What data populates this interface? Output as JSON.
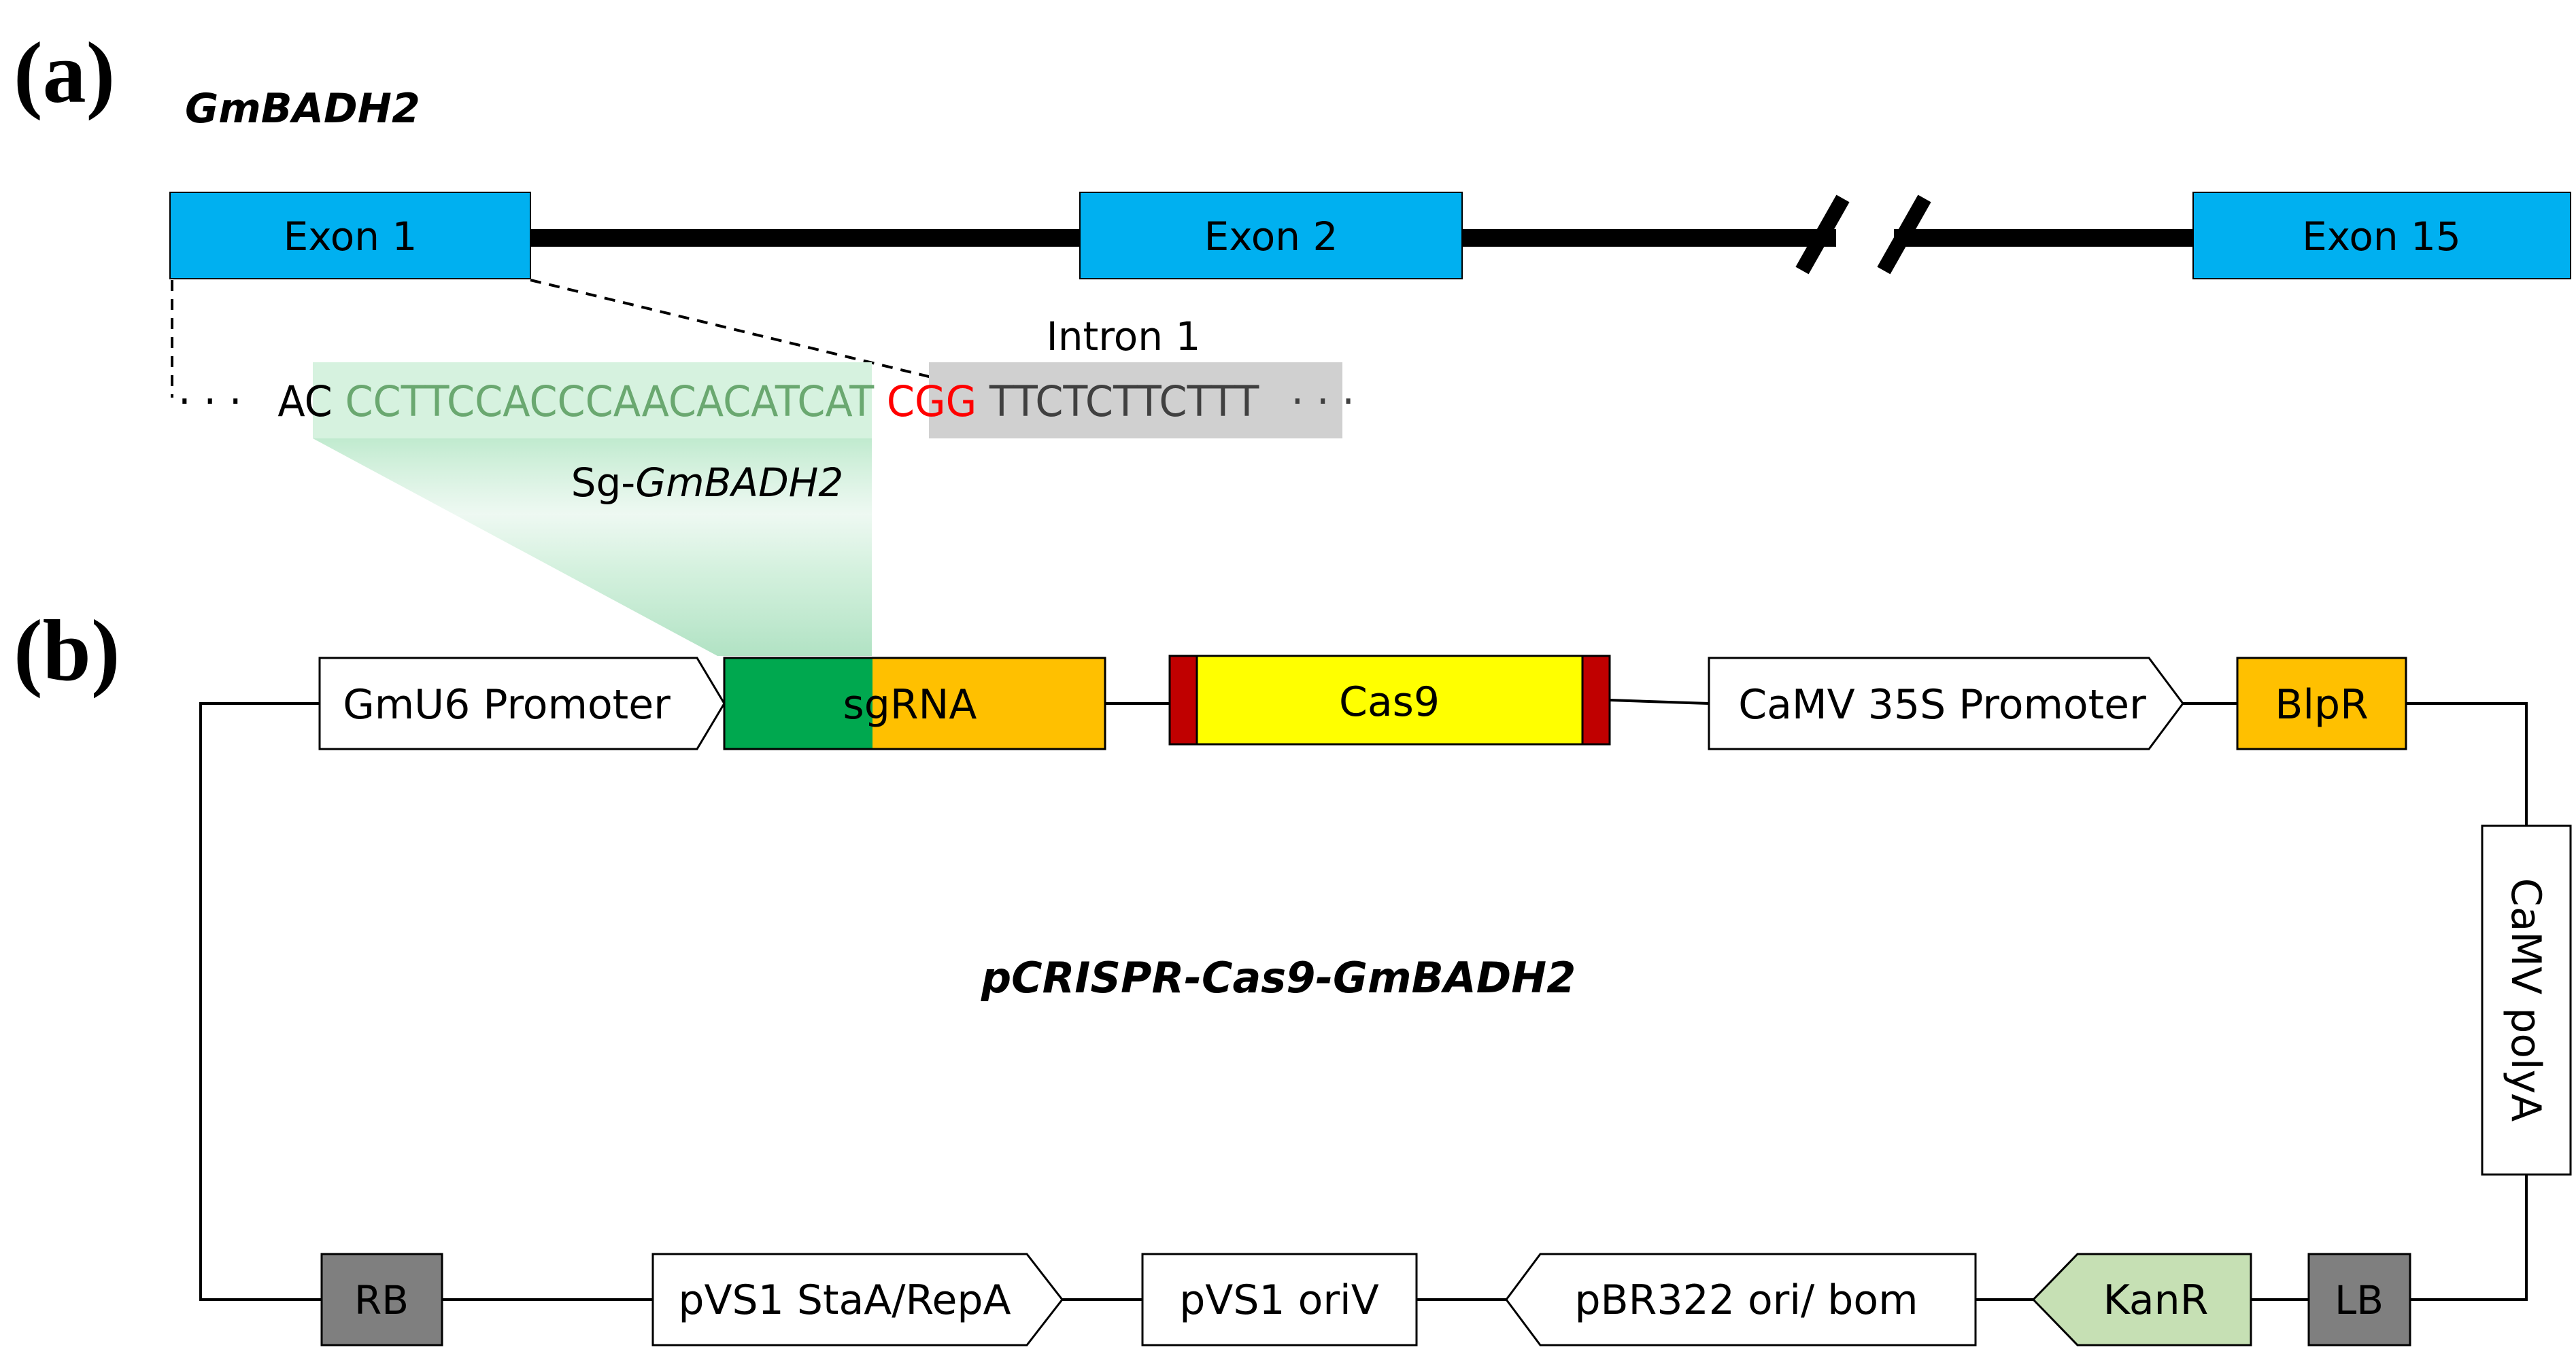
{
  "panel_a": {
    "label": "(a)",
    "gene_name": "GmBADH2",
    "exons": [
      "Exon 1",
      "Exon 2",
      "Exon 15"
    ],
    "intron_label": "Intron 1",
    "sequence": {
      "leading_dots": "· · ·",
      "prefix": "AC",
      "target": "CCTTCCACCCAACACATCAT",
      "pam": "CGG",
      "intron": "TTCTCTTCTTT",
      "trailing_dots": "· · ·"
    },
    "sg_prefix": "Sg-",
    "sg_name": "GmBADH2"
  },
  "panel_b": {
    "label": "(b)",
    "plasmid_name": "pCRISPR-Cas9-GmBADH2",
    "top_elements": [
      "GmU6 Promoter",
      "sgRNA",
      "Cas9",
      "CaMV 35S Promoter",
      "BlpR"
    ],
    "right_element": "CaMV polyA",
    "bottom_elements": [
      "RB",
      "pVS1 StaA/RepA",
      "pVS1 oriV",
      "pBR322 ori/ bom",
      "KanR",
      "LB"
    ]
  },
  "colors": {
    "exon": "#00b0f0",
    "green_dark": "#00a84f",
    "orange": "#ffc000",
    "yellow": "#ffff00",
    "dark_red": "#c00000",
    "gray_box": "#7f7f7f",
    "kanr": "#c6e0b4",
    "target_text": "#6aa870",
    "pam_text": "#ff0000",
    "intron_bg": "#d0d0d0"
  }
}
